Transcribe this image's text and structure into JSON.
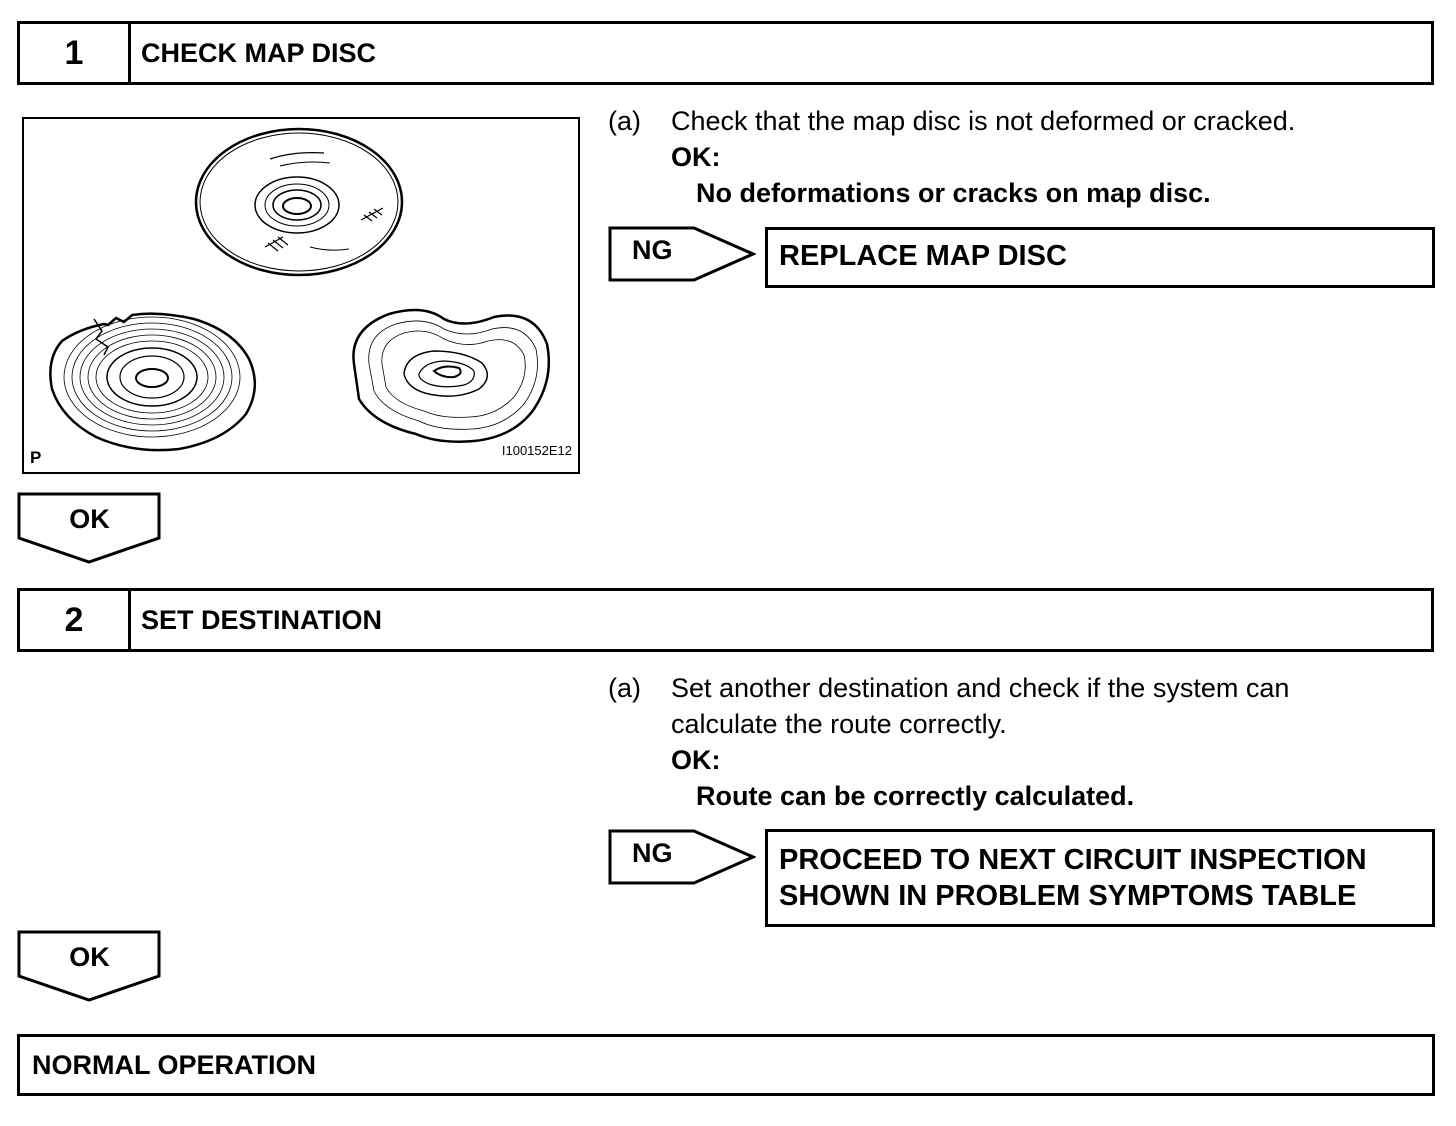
{
  "steps": [
    {
      "number": "1",
      "title": "CHECK MAP DISC",
      "figure": {
        "corner_label": "P",
        "figure_id": "I100152E12"
      },
      "instruction": {
        "label": "(a)",
        "lines": [
          "Check that the map disc is not deformed or cracked."
        ],
        "ok_label": "OK:",
        "ok_text": "No deformations or cracks on map disc."
      },
      "ng": {
        "label": "NG",
        "action_lines": [
          "REPLACE MAP DISC"
        ]
      },
      "ok_arrow": "OK"
    },
    {
      "number": "2",
      "title": "SET DESTINATION",
      "instruction": {
        "label": "(a)",
        "lines": [
          "Set another destination and check if the system can",
          "calculate the route correctly."
        ],
        "ok_label": "OK:",
        "ok_text": "Route can be correctly calculated."
      },
      "ng": {
        "label": "NG",
        "action_lines": [
          "PROCEED TO NEXT CIRCUIT INSPECTION",
          "SHOWN IN PROBLEM SYMPTOMS TABLE"
        ]
      },
      "ok_arrow": "OK"
    }
  ],
  "final": {
    "text": "NORMAL OPERATION"
  }
}
